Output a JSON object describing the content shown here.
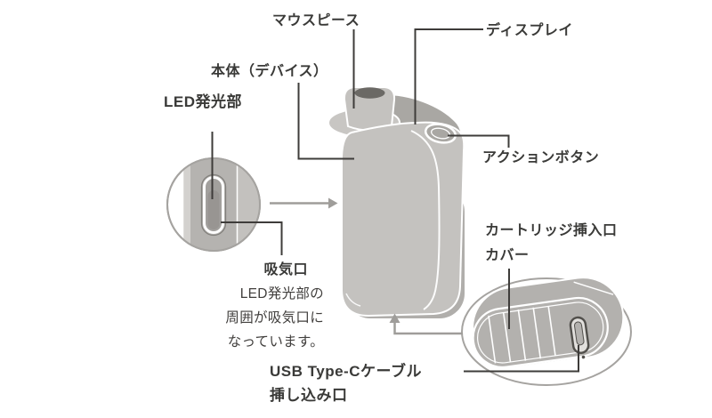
{
  "diagram": {
    "labels": {
      "mouthpiece": "マウスピース",
      "display": "ディスプレイ",
      "body": "本体（デバイス）",
      "led": "LED発光部",
      "action_button": "アクションボタン",
      "air_intake": "吸気口",
      "air_intake_note": [
        "LED発光部の",
        "周囲が吸気口に",
        "なっています。"
      ],
      "cartridge_cover": [
        "カートリッジ挿入口",
        "カバー"
      ],
      "usb_port": [
        "USB Type-Cケーブル",
        "挿し込み口"
      ]
    },
    "colors": {
      "background": "#ffffff",
      "device_body": "#c4c2bf",
      "device_top_surface": "#a9a7a3",
      "device_base_shadow": "#b0aeab",
      "mouthpiece_opening": "#6b6965",
      "bubble_stroke": "#a5a3a0",
      "bubble_band": "#b5b3b0",
      "led_window": "#a2a09d",
      "usb_slot_stroke": "#52504c",
      "leader_line": "#3e3c3a",
      "arrow": "#9f9d9a",
      "text": "#3a3a38"
    }
  }
}
